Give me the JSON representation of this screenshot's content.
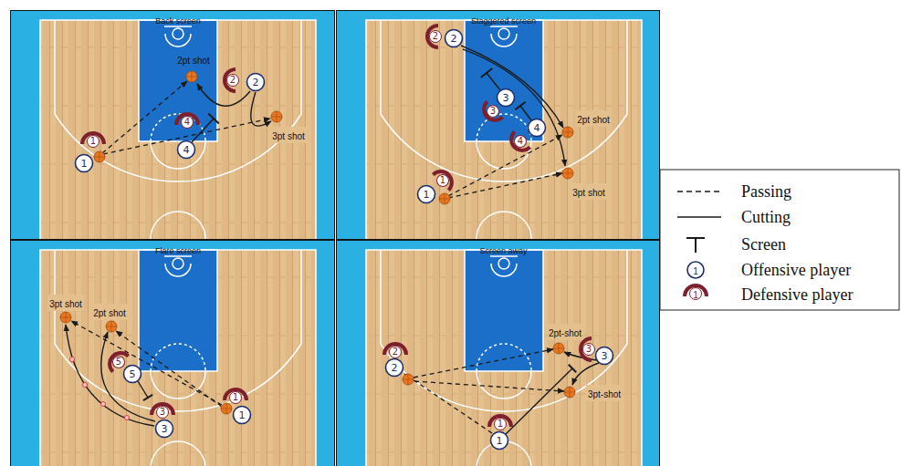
{
  "diagram": {
    "nodes": [
      {
        "text": [
          "Back screen"
        ]
      },
      {
        "text": [
          "1"
        ],
        "in": 0
      },
      {
        "text": [
          "1"
        ],
        "in": 0
      },
      {
        "text": [
          "2"
        ],
        "in": 0
      },
      {
        "text": [
          "2"
        ],
        "in": 0
      },
      {
        "text": [
          "4"
        ],
        "in": 0
      },
      {
        "text": [
          "4"
        ],
        "in": 0
      },
      {
        "text": [
          "Staggered screen"
        ]
      },
      {
        "text": [
          "1"
        ],
        "in": 7
      },
      {
        "text": [
          "1"
        ],
        "in": 7
      },
      {
        "text": [
          "2"
        ],
        "in": 7
      },
      {
        "text": [
          "2"
        ],
        "in": 7
      },
      {
        "text": [
          "3"
        ],
        "in": 7
      },
      {
        "text": [
          "3"
        ],
        "in": 7
      },
      {
        "text": [
          "4"
        ],
        "in": 7
      },
      {
        "text": [
          "4"
        ],
        "in": 7
      },
      {
        "text": [
          "Flare screen"
        ]
      },
      {
        "text": [
          "1"
        ],
        "in": 16
      },
      {
        "text": [
          "1"
        ],
        "in": 16
      },
      {
        "text": [
          "3"
        ],
        "in": 16
      },
      {
        "text": [
          "3"
        ],
        "in": 16
      },
      {
        "text": [
          "5"
        ],
        "in": 16
      },
      {
        "text": [
          "5"
        ],
        "in": 16
      },
      {
        "text": [
          "Screen away"
        ]
      },
      {
        "text": [
          "1"
        ],
        "in": 23
      },
      {
        "text": [
          "1"
        ],
        "in": 23
      },
      {
        "text": [
          "2"
        ],
        "in": 23
      },
      {
        "text": [
          "2"
        ],
        "in": 23
      },
      {
        "text": [
          "3"
        ],
        "in": 23
      },
      {
        "text": [
          "3"
        ],
        "in": 23
      }
    ],
    "labels": [
      "2pt shot",
      "3pt shot",
      "2pt shot",
      "3pt shot",
      "3pt shot",
      "2pt shot",
      "2pt-shot",
      "3pt-shot",
      "1",
      "1"
    ],
    "legend": [
      {
        "text": "Passing"
      },
      {
        "text": "Cutting"
      },
      {
        "text": "Screen"
      },
      {
        "text": "Offensive player"
      },
      {
        "text": "Defensive player"
      }
    ]
  }
}
